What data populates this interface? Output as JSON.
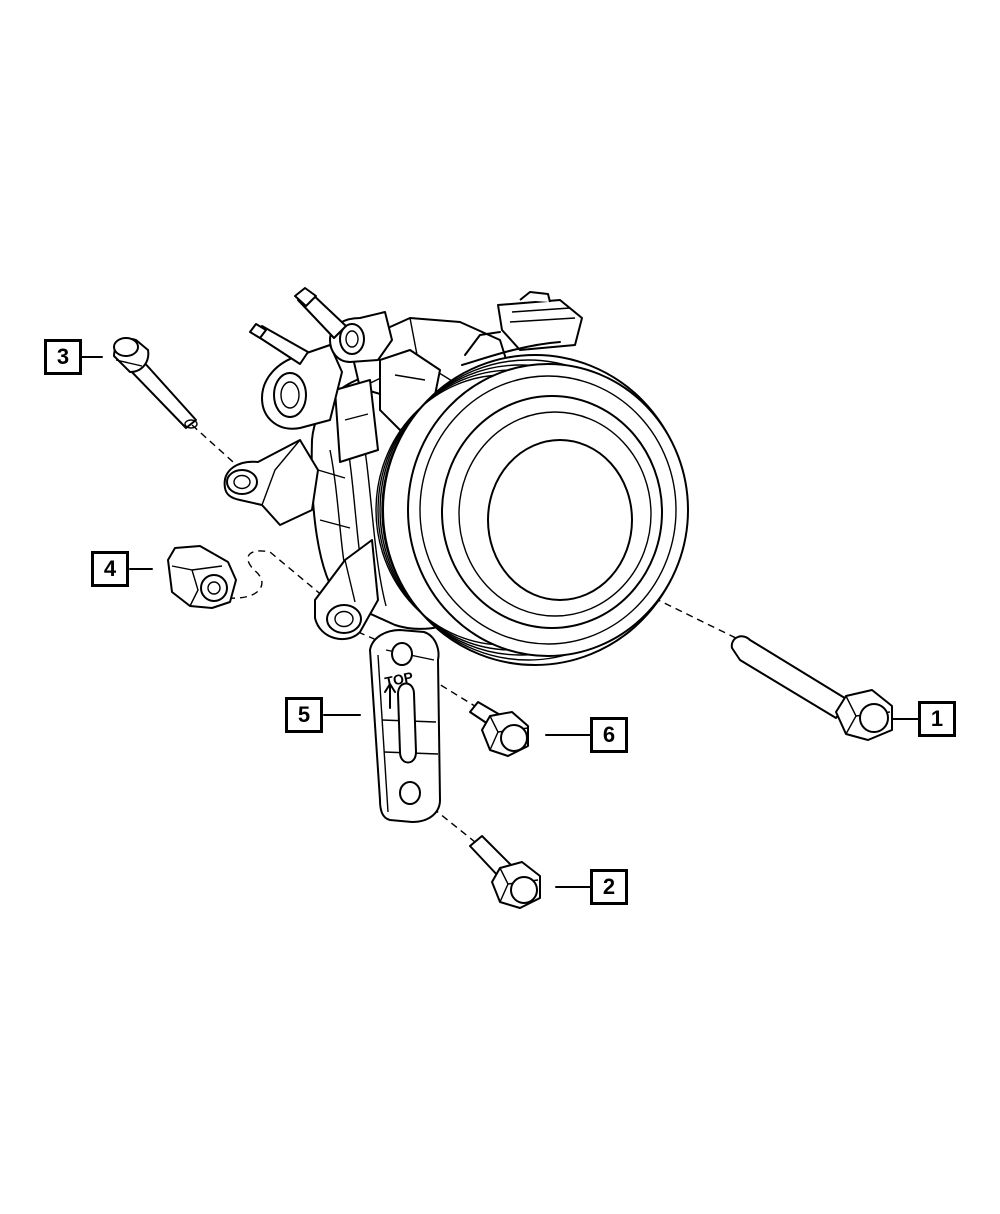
{
  "callouts": [
    {
      "id": "1",
      "label": "1"
    },
    {
      "id": "2",
      "label": "2"
    },
    {
      "id": "3",
      "label": "3"
    },
    {
      "id": "4",
      "label": "4"
    },
    {
      "id": "5",
      "label": "5"
    },
    {
      "id": "6",
      "label": "6"
    }
  ],
  "bracket_stamp": "TOP",
  "colors": {
    "line": "#000000",
    "background": "#ffffff"
  }
}
